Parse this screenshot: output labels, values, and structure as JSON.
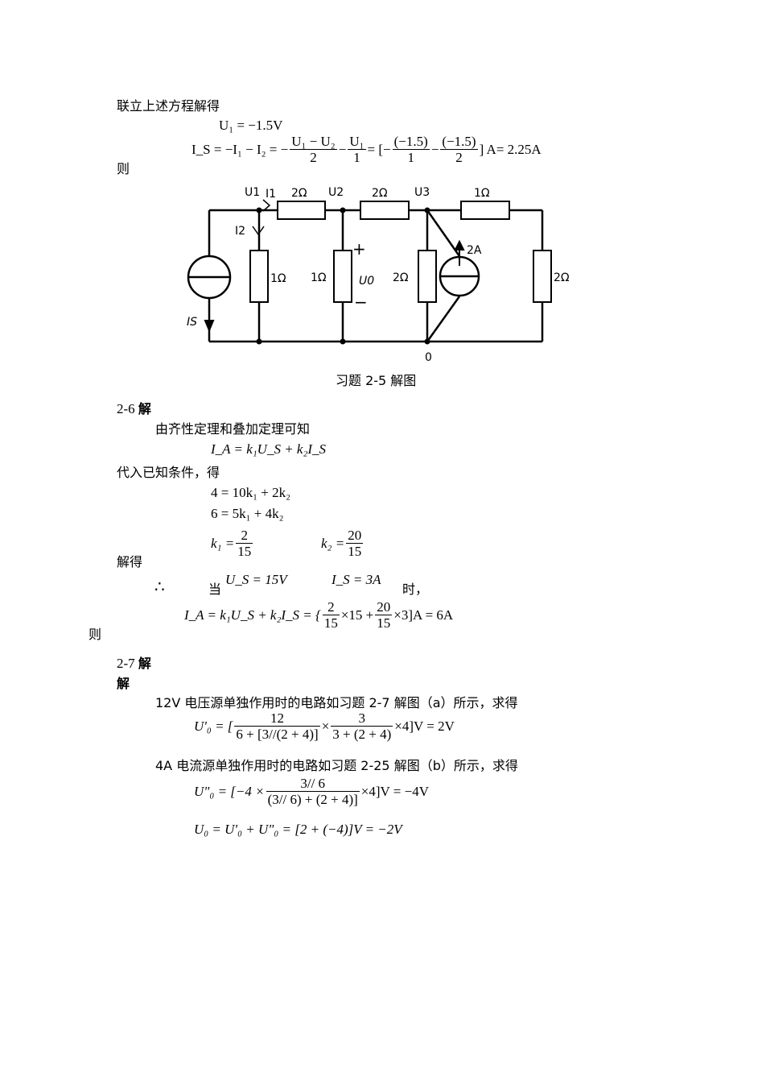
{
  "s25": {
    "intro": "联立上述方程解得",
    "u1_eq": "U₁ = −1.5V",
    "then": "则",
    "is_lhs": "I_S = −I₁ − I₂ = −",
    "f1_num": "U₁ − U₂",
    "f1_den": "2",
    "f2_num": "U₁",
    "f2_den": "1",
    "mid": " = [−",
    "f3_num": "(−1.5)",
    "f3_den": "1",
    "f4_num": "(−1.5)",
    "f4_den": "2",
    "tail": "] A= 2.25A"
  },
  "circuit": {
    "labels": {
      "u1": "U1",
      "i1": "I1",
      "u2": "U2",
      "u3": "U3",
      "r_top1": "2Ω",
      "r_top2": "2Ω",
      "r_top3": "1Ω",
      "i2": "I2",
      "r1": "1Ω",
      "r2": "1Ω",
      "r3": "2Ω",
      "r4": "2Ω",
      "plus": "+",
      "minus": "−",
      "uo": "U0",
      "src_a": "2A",
      "is": "IS",
      "ground": "0"
    },
    "caption": "习题 2-5 解图"
  },
  "s26": {
    "heading_num": "2-6",
    "heading_bold": "解",
    "text1": "由齐性定理和叠加定理可知",
    "eq1": "I_A = k₁U_S + k₂I_S",
    "text2": "代入已知条件，得",
    "eq2": "4 = 10k₁ + 2k₂",
    "eq3": "6 = 5k₁ + 4k₂",
    "solve": "解得",
    "k1_lhs": "k₁ =",
    "k1_num": "2",
    "k1_den": "15",
    "k2_lhs": "k₂ =",
    "k2_num": "20",
    "k2_den": "15",
    "therefore": "∴",
    "when": "当",
    "us": "U_S = 15V",
    "is": "I_S = 3A",
    "time": "时，",
    "then": "则",
    "ia_lhs": "I_A = k₁U_S + k₂I_S = {",
    "ia_f1_num": "2",
    "ia_f1_den": "15",
    "ia_mid": "×15 +",
    "ia_f2_num": "20",
    "ia_f2_den": "15",
    "ia_tail": "×3]A = 6A"
  },
  "s27": {
    "heading_num": "2-7",
    "heading_bold": "解",
    "sub_heading": "解",
    "text1": "12V 电压源单独作用时的电路如习题 2-7 解图（a）所示，求得",
    "u0p_lhs": "U'₀ = [",
    "u0p_f1_num": "12",
    "u0p_f1_den": "6 + [3//(2 + 4)]",
    "times": "×",
    "u0p_f2_num": "3",
    "u0p_f2_den": "3 + (2 + 4)",
    "u0p_tail": "×4]V = 2V",
    "text2": "4A 电流源单独作用时的电路如习题 2-25 解图（b）所示，求得",
    "u0pp_lhs": "U\"₀ = [−4 ×",
    "u0pp_f_num": "3// 6",
    "u0pp_f_den": "(3// 6) + (2 + 4)]",
    "u0pp_tail": "×4]V = −4V",
    "u0_eq": "U₀ = U'₀ + U\"₀ = [2 + (−4)]V = −2V"
  }
}
